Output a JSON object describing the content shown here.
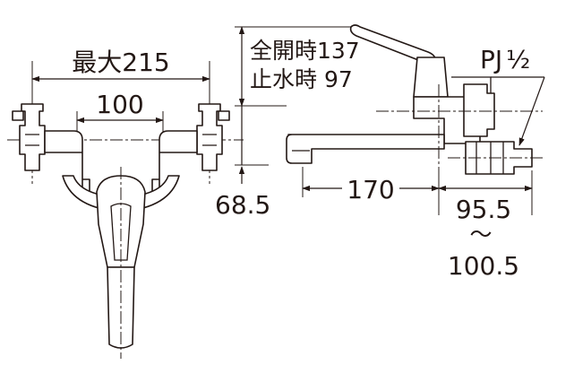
{
  "front_view": {
    "overall_width": "最大215",
    "center_distance": "100"
  },
  "side_view": {
    "height_open_line1": "全開時137",
    "height_open_line2": "止水時 97",
    "pipe_height": "68.5",
    "spout_reach": "170",
    "outlet_offset_top": "95.5",
    "range_tilde": "〜",
    "outlet_offset_bottom": "100.5",
    "thread_spec": "PJ",
    "thread_fraction": "½"
  },
  "colors": {
    "line": "#231815",
    "background": "#ffffff"
  }
}
